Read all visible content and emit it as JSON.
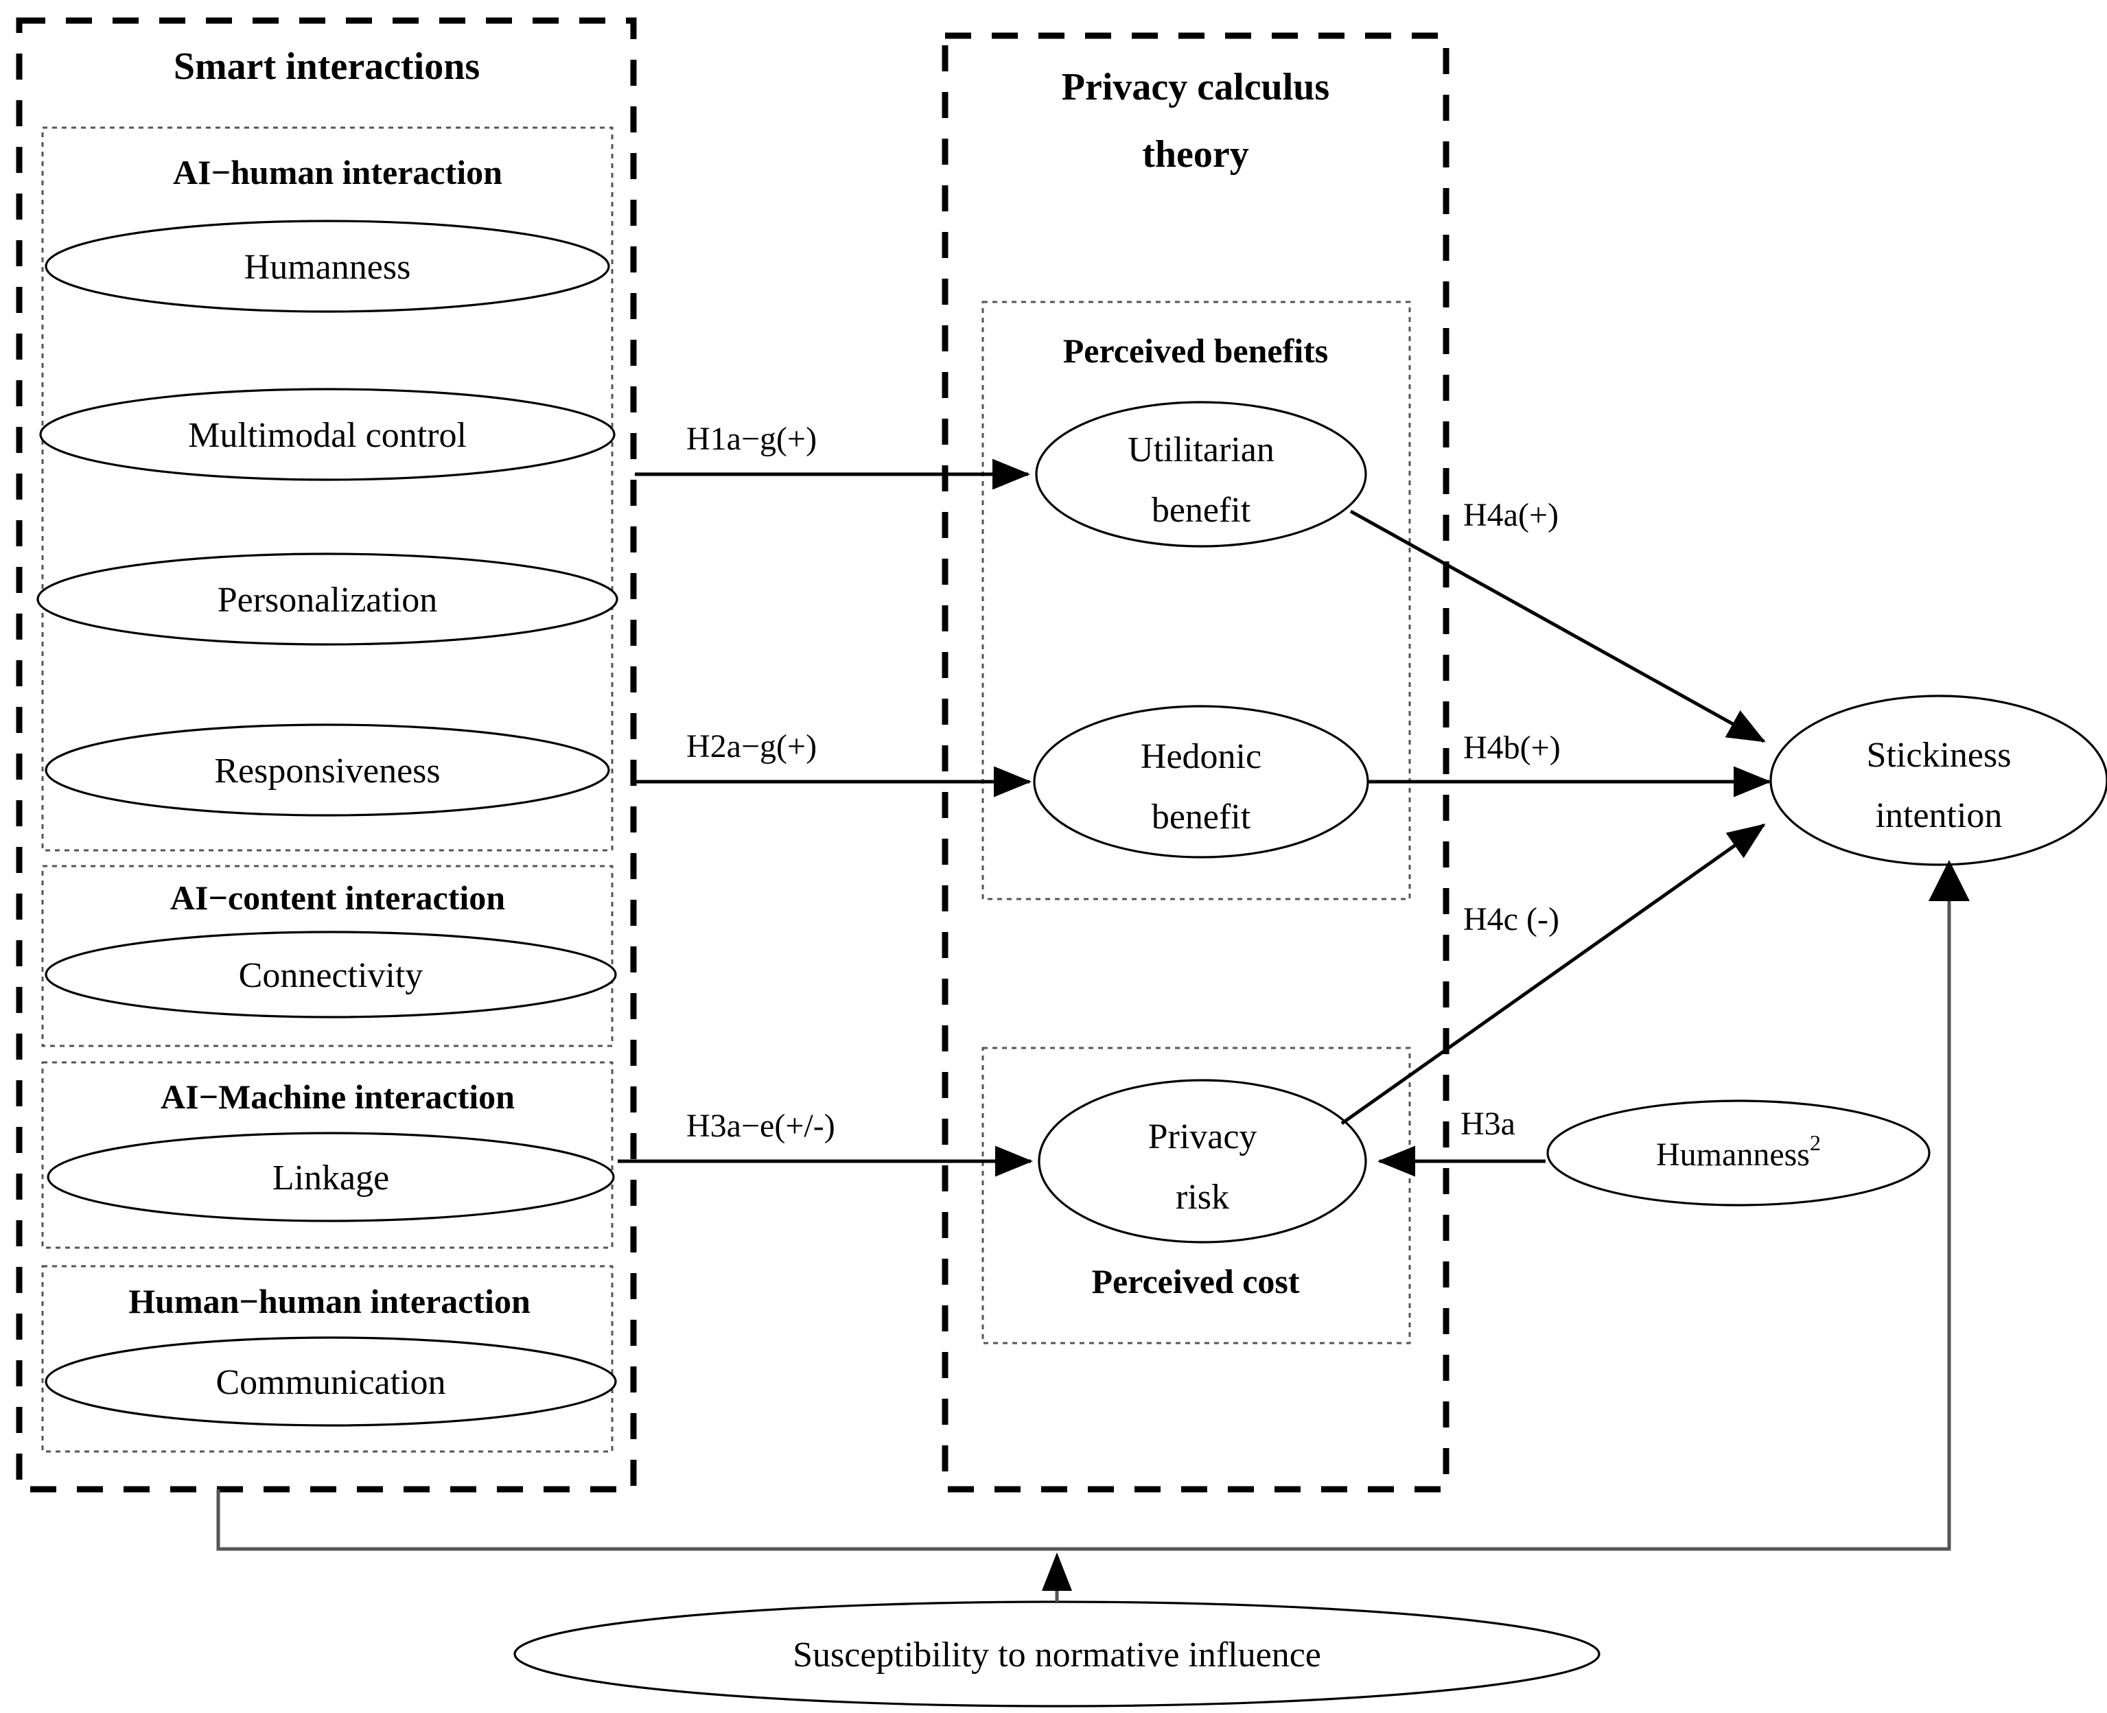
{
  "figure": {
    "type": "conceptual-research-model-diagram",
    "background": "#ffffff",
    "stroke_color": "#000000"
  },
  "left_panel": {
    "title": "Smart interactions",
    "groups": [
      {
        "title": "AI−human interaction",
        "nodes": [
          "Humanness",
          "Multimodal control",
          "Personalization",
          "Responsiveness"
        ]
      },
      {
        "title": "AI−content interaction",
        "nodes": [
          "Connectivity"
        ]
      },
      {
        "title": "AI−Machine interaction",
        "nodes": [
          "Linkage"
        ]
      },
      {
        "title": "Human−human interaction",
        "nodes": [
          "Communication"
        ]
      }
    ]
  },
  "right_panel": {
    "title_line1": "Privacy calculus",
    "title_line2": "theory",
    "groups": [
      {
        "title": "Perceived benefits",
        "title_position": "top",
        "nodes": [
          "Utilitarian benefit",
          "Hedonic benefit"
        ]
      },
      {
        "title": "Perceived cost",
        "title_position": "bottom",
        "nodes": [
          "Privacy risk"
        ]
      }
    ]
  },
  "outcome": {
    "node_line1": "Stickiness",
    "node_line2": "intention"
  },
  "moderators": {
    "humanness_squared": "Humanness",
    "humanness_squared_sup": "2",
    "susceptibility": "Susceptibility to normative influence"
  },
  "ellipse_labels": {
    "utilitarian_l1": "Utilitarian",
    "utilitarian_l2": "benefit",
    "hedonic_l1": "Hedonic",
    "hedonic_l2": "benefit",
    "privacy_l1": "Privacy",
    "privacy_l2": "risk"
  },
  "hypotheses": [
    {
      "id": "H1",
      "label": "H1a−g(+)",
      "from": "AI−human interaction",
      "to": "Utilitarian benefit",
      "sign": "+"
    },
    {
      "id": "H2",
      "label": "H2a−g(+)",
      "from": "AI−human interaction",
      "to": "Hedonic benefit",
      "sign": "+"
    },
    {
      "id": "H3",
      "label": "H3a−e(+/-)",
      "from": "AI−Machine interaction",
      "to": "Privacy risk",
      "sign": "+/-"
    },
    {
      "id": "H3a",
      "label": "H3a",
      "from": "Humanness²",
      "to": "Privacy risk",
      "sign": ""
    },
    {
      "id": "H4a",
      "label": "H4a(+)",
      "from": "Utilitarian benefit",
      "to": "Stickiness intention",
      "sign": "+"
    },
    {
      "id": "H4b",
      "label": "H4b(+)",
      "from": "Hedonic benefit",
      "to": "Stickiness intention",
      "sign": "+"
    },
    {
      "id": "H4c",
      "label": "H4c (-)",
      "from": "Privacy risk",
      "to": "Stickiness intention",
      "sign": "-"
    }
  ]
}
